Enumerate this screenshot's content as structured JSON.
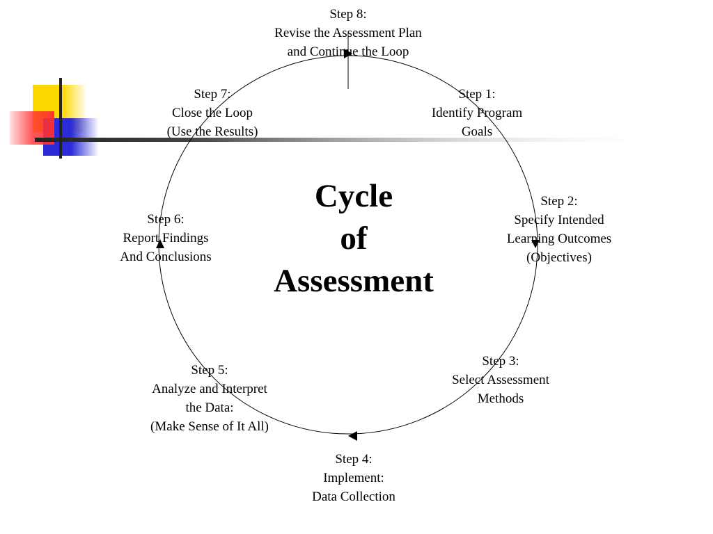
{
  "colors": {
    "yellow_square": "#FFD700",
    "red_square": "#FF3030",
    "blue_square": "#2B2BD8",
    "dark_line": "#222222",
    "arrow": "#000000"
  },
  "center_title": {
    "line1": "Cycle",
    "line2": "of",
    "line3": "Assessment"
  },
  "steps": [
    {
      "id": "step-8",
      "lines": [
        "Step 8:",
        "Revise the Assessment Plan",
        "and Continue the Loop"
      ]
    },
    {
      "id": "step-1",
      "lines": [
        "Step 1:",
        "Identify Program",
        "Goals"
      ]
    },
    {
      "id": "step-2",
      "lines": [
        "Step 2:",
        "Specify Intended",
        "Learning Outcomes",
        "(Objectives)"
      ]
    },
    {
      "id": "step-3",
      "lines": [
        "Step 3:",
        "Select Assessment",
        "Methods"
      ]
    },
    {
      "id": "step-4",
      "lines": [
        "Step 4:",
        "Implement:",
        "Data Collection"
      ]
    },
    {
      "id": "step-5",
      "lines": [
        "Step 5:",
        "Analyze and Interpret",
        "the Data:",
        "(Make Sense of It All)"
      ]
    },
    {
      "id": "step-6",
      "lines": [
        "Step 6:",
        "Report Findings",
        "And Conclusions"
      ]
    },
    {
      "id": "step-7",
      "lines": [
        "Step 7:",
        "Close the Loop",
        "(Use the Results)"
      ]
    }
  ]
}
